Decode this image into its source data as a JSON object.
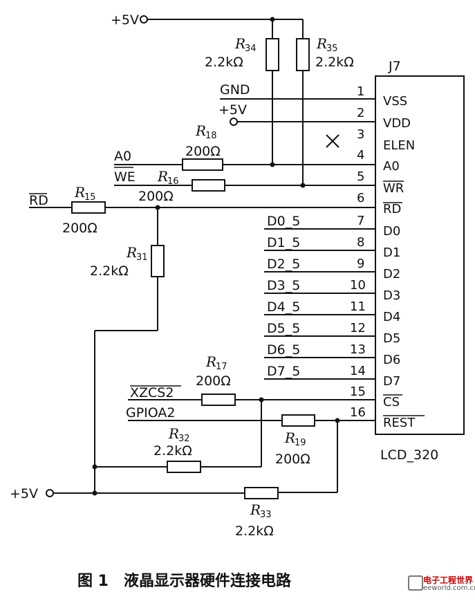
{
  "supply_labels": {
    "top": "+5V",
    "gnd": "GND",
    "vdd_supply": "+5V",
    "bottom": "+5V"
  },
  "resistors": {
    "r34": {
      "name": "R",
      "sub": "34",
      "value": "2.2kΩ"
    },
    "r35": {
      "name": "R",
      "sub": "35",
      "value": "2.2kΩ"
    },
    "r18": {
      "name": "R",
      "sub": "18",
      "value": "200Ω"
    },
    "r16": {
      "name": "R",
      "sub": "16",
      "value": "200Ω"
    },
    "r15": {
      "name": "R",
      "sub": "15",
      "value": "200Ω"
    },
    "r31": {
      "name": "R",
      "sub": "31",
      "value": "2.2kΩ"
    },
    "r17": {
      "name": "R",
      "sub": "17",
      "value": "200Ω"
    },
    "r32": {
      "name": "R",
      "sub": "32",
      "value": "2.2kΩ"
    },
    "r19": {
      "name": "R",
      "sub": "19",
      "value": "200Ω"
    },
    "r33": {
      "name": "R",
      "sub": "33",
      "value": "2.2kΩ"
    }
  },
  "signals": {
    "a0": "A0",
    "we": "WE",
    "rd": "RD",
    "d": [
      "D0_5",
      "D1_5",
      "D2_5",
      "D3_5",
      "D4_5",
      "D5_5",
      "D6_5",
      "D7_5"
    ],
    "xzcs2": "XZCS2",
    "gpioa2": "GPIOA2"
  },
  "connector": {
    "ref": "J7",
    "part": "LCD_320",
    "pins": [
      {
        "num": "1",
        "name": "VSS"
      },
      {
        "num": "2",
        "name": "VDD"
      },
      {
        "num": "3",
        "name": "ELEN"
      },
      {
        "num": "4",
        "name": ""
      },
      {
        "num": "5",
        "name": "A0"
      },
      {
        "num": "6",
        "name": "WR"
      },
      {
        "num": "7",
        "name": "RD"
      },
      {
        "num": "8",
        "name": "D0"
      },
      {
        "num": "9",
        "name": "D1"
      },
      {
        "num": "10",
        "name": "D2"
      },
      {
        "num": "11",
        "name": "D3"
      },
      {
        "num": "12",
        "name": "D4"
      },
      {
        "num": "13",
        "name": "D5"
      },
      {
        "num": "14",
        "name": "D6"
      },
      {
        "num": "15",
        "name": "D7"
      },
      {
        "num": "16",
        "name": "CS"
      },
      {
        "num": "",
        "name": "REST"
      }
    ]
  },
  "caption": {
    "fig": "图 1",
    "text": "液晶显示器硬件连接电路"
  },
  "watermark": {
    "logo": "电子工程世界",
    "url": "eeworld.com.cn"
  }
}
